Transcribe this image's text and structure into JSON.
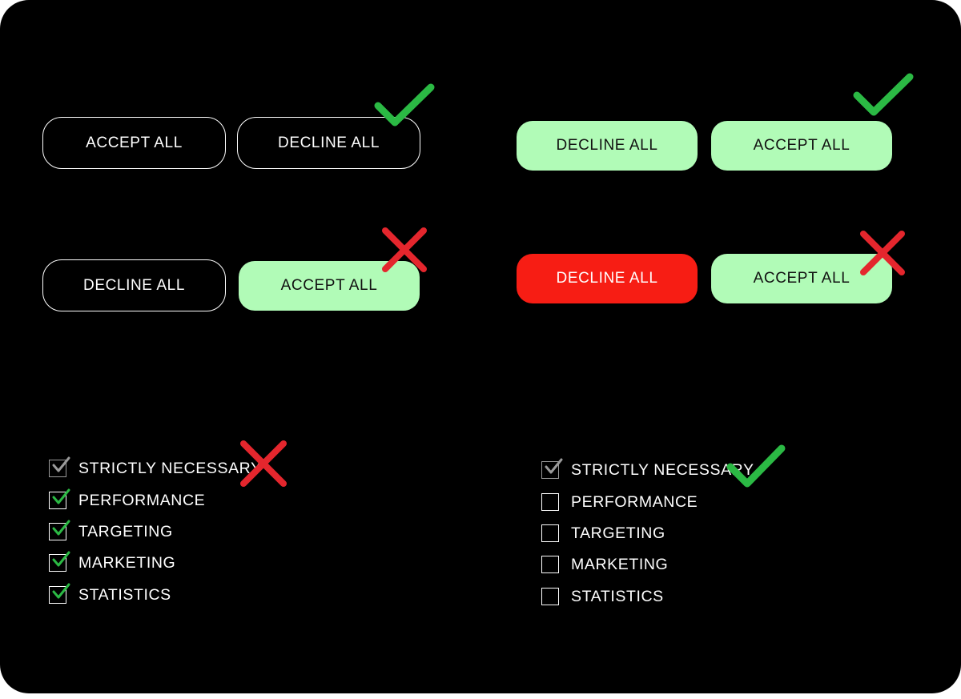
{
  "colors": {
    "background": "#000000",
    "accent_green": "#b1fbb7",
    "danger_red": "#f71d14",
    "approve_mark": "#2bb944",
    "reject_mark": "#e4262d",
    "outline": "#ffffff"
  },
  "examples": [
    {
      "verdict": "check-mark-icon",
      "buttons": [
        {
          "label": "ACCEPT ALL",
          "style": "outline"
        },
        {
          "label": "DECLINE ALL",
          "style": "outline"
        }
      ]
    },
    {
      "verdict": "check-mark-icon",
      "buttons": [
        {
          "label": "DECLINE ALL",
          "style": "green"
        },
        {
          "label": "ACCEPT ALL",
          "style": "green"
        }
      ]
    },
    {
      "verdict": "cross-mark-icon",
      "buttons": [
        {
          "label": "DECLINE ALL",
          "style": "outline"
        },
        {
          "label": "ACCEPT ALL",
          "style": "green"
        }
      ]
    },
    {
      "verdict": "cross-mark-icon",
      "buttons": [
        {
          "label": "DECLINE ALL",
          "style": "red"
        },
        {
          "label": "ACCEPT ALL",
          "style": "green"
        }
      ]
    }
  ],
  "checklists": [
    {
      "verdict": "cross-mark-icon",
      "items": [
        {
          "label": "STRICTLY NECESSARY",
          "checked": true,
          "locked": true
        },
        {
          "label": "PERFORMANCE",
          "checked": true,
          "locked": false
        },
        {
          "label": "TARGETING",
          "checked": true,
          "locked": false
        },
        {
          "label": "MARKETING",
          "checked": true,
          "locked": false
        },
        {
          "label": "STATISTICS",
          "checked": true,
          "locked": false
        }
      ]
    },
    {
      "verdict": "check-mark-icon",
      "items": [
        {
          "label": "STRICTLY NECESSARY",
          "checked": true,
          "locked": true
        },
        {
          "label": "PERFORMANCE",
          "checked": false,
          "locked": false
        },
        {
          "label": "TARGETING",
          "checked": false,
          "locked": false
        },
        {
          "label": "MARKETING",
          "checked": false,
          "locked": false
        },
        {
          "label": "STATISTICS",
          "checked": false,
          "locked": false
        }
      ]
    }
  ]
}
